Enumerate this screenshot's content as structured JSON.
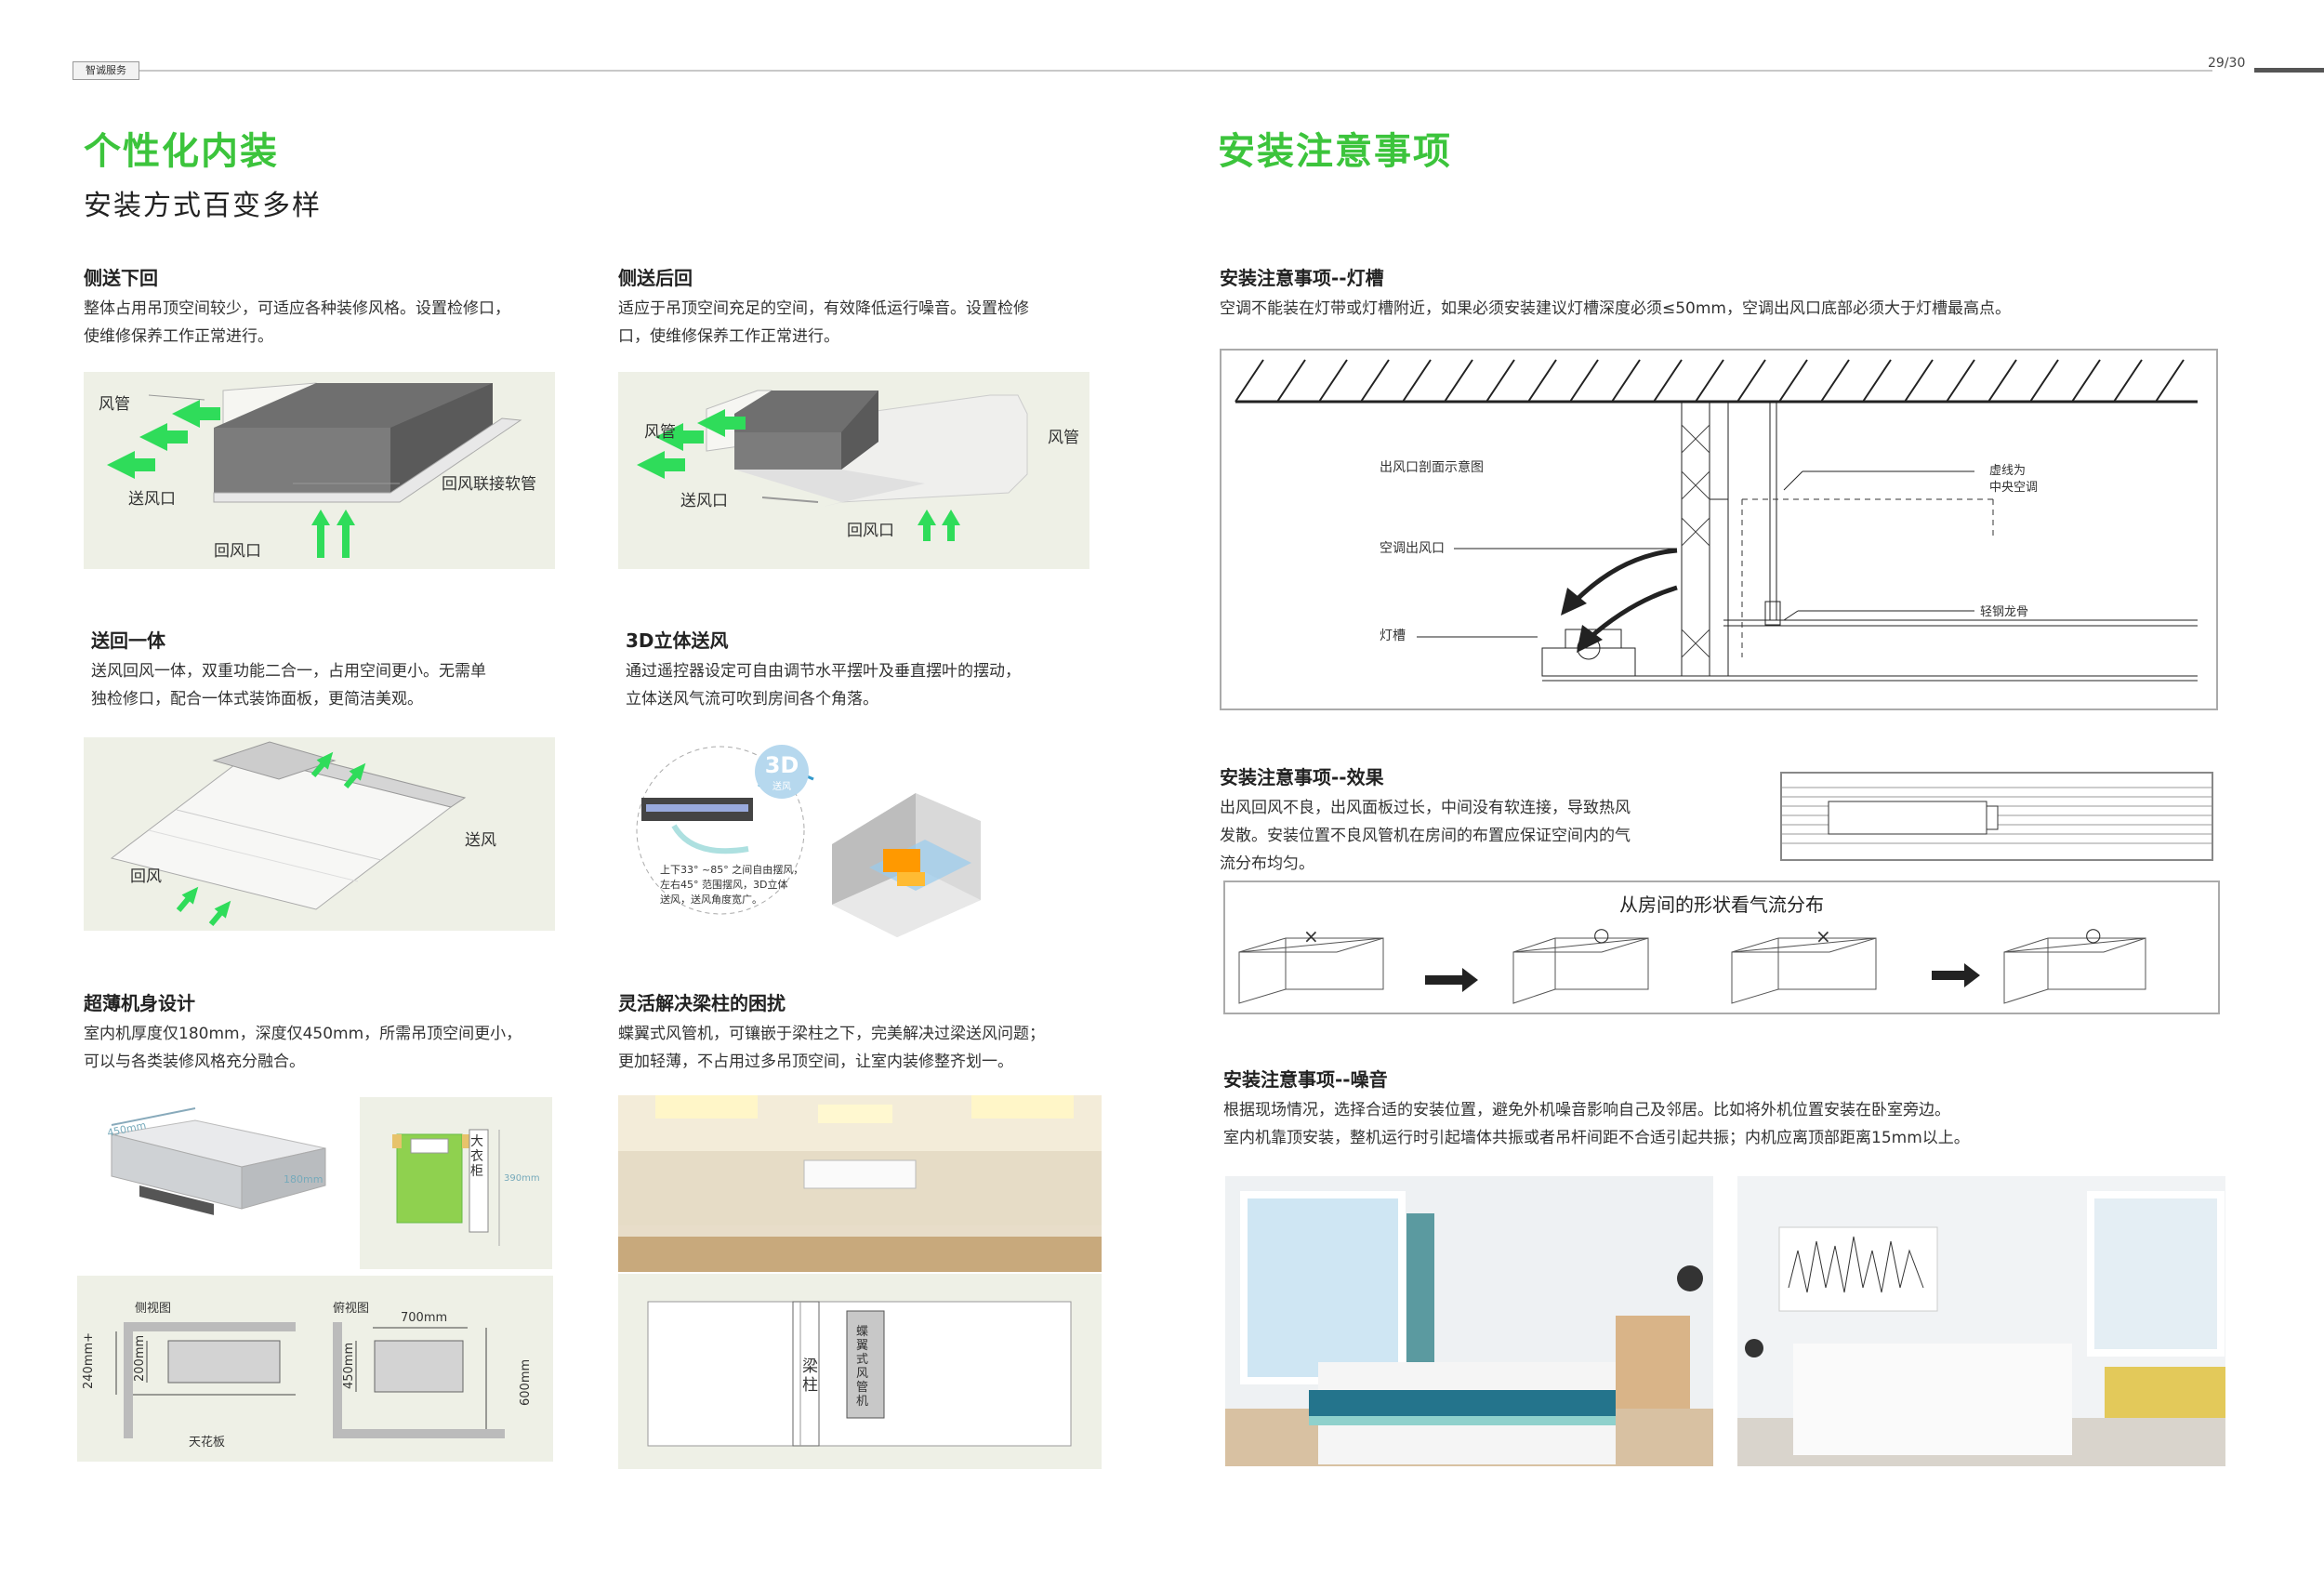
{
  "header": {
    "brand": "智诚服务",
    "page": "29/30"
  },
  "left": {
    "title": "个性化内装",
    "subtitle": "安装方式百变多样",
    "items": [
      {
        "heading": "侧送下回",
        "body1": "整体占用吊顶空间较少，可适应各种装修风格。设置检修口，",
        "body2": "使维修保养工作正常进行。",
        "labels": {
          "duct": "风管",
          "supply": "送风口",
          "return": "回风口",
          "hose": "回风联接软管"
        }
      },
      {
        "heading": "侧送后回",
        "body1": "适应于吊顶空间充足的空间，有效降低运行噪音。设置检修",
        "body2": "口，使维修保养工作正常进行。",
        "labels": {
          "duct_left": "风管",
          "duct_right": "风管",
          "supply": "送风口",
          "return": "回风口"
        }
      },
      {
        "heading": "送回一体",
        "body1": "送风回风一体，双重功能二合一，占用空间更小。无需单",
        "body2": "独检修口，配合一体式装饰面板，更简洁美观。",
        "labels": {
          "supply": "送风",
          "return": "回风"
        }
      },
      {
        "heading": "3D立体送风",
        "body1": "通过遥控器设定可自由调节水平摆叶及垂直摆叶的摆动，",
        "body2": "立体送风气流可吹到房间各个角落。",
        "labels": {
          "badge": "3D",
          "badge_sub": "送风",
          "note1": "上下33° ~85° 之间自由摆风，",
          "note2": "左右45° 范围摆风，3D立体",
          "note3": "送风，送风角度宽广。"
        }
      },
      {
        "heading": "超薄机身设计",
        "body1": "室内机厚度仅180mm，深度仅450mm，所需吊顶空间更小，",
        "body2": "可以与各类装修风格充分融合。",
        "labels": {
          "dim_depth": "450mm",
          "dim_height": "180mm",
          "wardrobe": "大衣柜",
          "dim_side": "390mm",
          "side_view": "侧视图",
          "top_view": "俯视图",
          "w700": "700mm",
          "h240": "240mm+",
          "h200": "200mm",
          "h450": "450mm",
          "h600": "600mm",
          "ceiling": "天花板"
        }
      },
      {
        "heading": "灵活解决梁柱的困扰",
        "body1": "蝶翼式风管机，可镶嵌于梁柱之下，完美解决过梁送风问题；",
        "body2": "更加轻薄，不占用过多吊顶空间，让室内装修整齐划一。",
        "labels": {
          "beam": "梁柱",
          "unit": "蝶翼式风管机"
        }
      }
    ]
  },
  "right": {
    "title": "安装注意事项",
    "items": [
      {
        "heading": "安装注意事项--灯槽",
        "body": "空调不能装在灯带或灯槽附近，如果必须安装建议灯槽深度必须≤50mm，空调出风口底部必须大于灯槽最高点。",
        "labels": {
          "section": "出风口剖面示意图",
          "outlet": "空调出风口",
          "light": "灯槽",
          "dash1": "虚线为",
          "dash2": "中央空调",
          "keel": "轻钢龙骨"
        }
      },
      {
        "heading": "安装注意事项--效果",
        "body1": "出风回风不良，出风面板过长，中间没有软连接，导致热风",
        "body2": "发散。安装位置不良风管机在房间的布置应保证空间内的气",
        "body3": "流分布均匀。",
        "labels": {
          "caption": "从房间的形状看气流分布",
          "bad": "×",
          "good": "○"
        }
      },
      {
        "heading": "安装注意事项--噪音",
        "body1": "根据现场情况，选择合适的安装位置，避免外机噪音影响自己及邻居。比如将外机位置安装在卧室旁边。",
        "body2": "室内机靠顶安装，整机运行时引起墙体共振或者吊杆间距不合适引起共振；内机应离顶部距离15mm以上。"
      }
    ]
  },
  "colors": {
    "accent": "#3cc43c",
    "arrow": "#2fdc5a",
    "panel": "#eef0e6"
  }
}
